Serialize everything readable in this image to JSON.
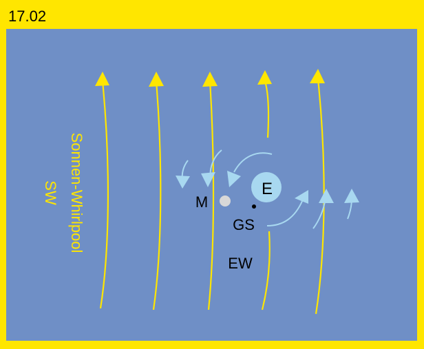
{
  "header": {
    "label": "17.02"
  },
  "colors": {
    "frame": "#ffe600",
    "field": "#6f8fc6",
    "sun_lines": "#ffe600",
    "earth_flow": "#a8d8f0",
    "earth": "#a8d8f0",
    "moon": "#d8d8d8",
    "text": "#000000",
    "side_text": "#ffe600"
  },
  "labels": {
    "whirlpool_name": "Sonnen-Whirlpool",
    "whirlpool_abbr": "SW",
    "earth": "E",
    "moon": "M",
    "gs": "GS",
    "ew": "EW"
  }
}
